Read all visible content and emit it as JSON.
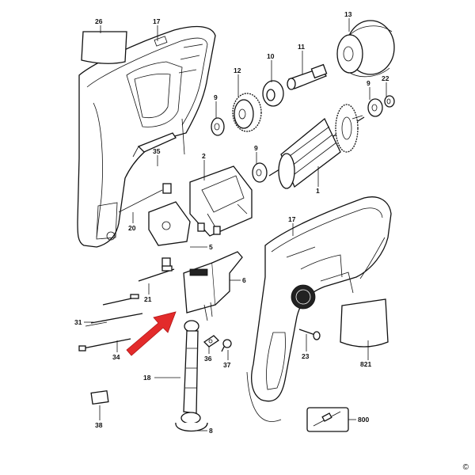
{
  "labels": {
    "p26": "26",
    "p17a": "17",
    "p13": "13",
    "p10": "10",
    "p11": "11",
    "p12": "12",
    "p9a": "9",
    "p9b": "9",
    "p9c": "9",
    "p22": "22",
    "p2": "2",
    "p35": "35",
    "p1": "1",
    "p20": "20",
    "p5": "5",
    "p17b": "17",
    "p6": "6",
    "p21": "21",
    "p31": "31",
    "p34": "34",
    "p36": "36",
    "p37": "37",
    "p23": "23",
    "p821": "821",
    "p18": "18",
    "p38": "38",
    "p8": "8",
    "p800": "800"
  },
  "copyright": "©",
  "colors": {
    "arrow": "#e32b2b",
    "arrow_edge": "#b01515",
    "line": "#111111"
  }
}
